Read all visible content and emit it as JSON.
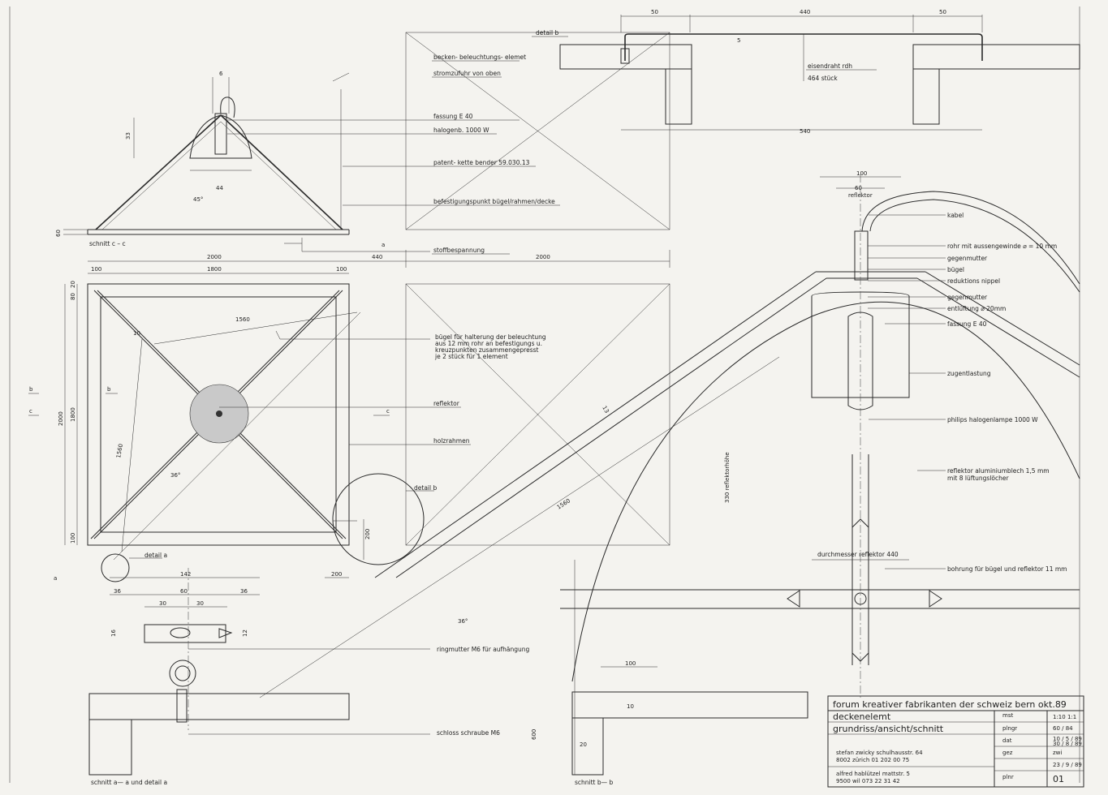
{
  "top_view": {
    "title": "schnitt c – c",
    "labels": {
      "lamp_width": "6",
      "height": "33",
      "bulb_width": "44",
      "angle": "45°",
      "base": "60"
    }
  },
  "plan_view": {
    "dims_top": {
      "overall": "2000",
      "inner": "1800",
      "left": "100",
      "right": "100",
      "gap": "440"
    },
    "dims_left": {
      "overall": "2000",
      "inner": "1800",
      "top1": "80",
      "top2": "20",
      "bottom": "100"
    },
    "diag_1560_a": "1560",
    "diag_1560_b": "1560",
    "angle": "36°",
    "tags": [
      "c",
      "c",
      "b",
      "b",
      "a",
      "a"
    ],
    "detail_a": "detail a",
    "detail_b": "detail b",
    "d200": "200",
    "d200b": "200",
    "d10": "10"
  },
  "middle_dim": "2000",
  "callouts": [
    "becken- beleuchtungs- elemet",
    "stromzufuhr von oben",
    "fassung E 40",
    "halogenb. 1000 W",
    "patent- kette bender 59.030.13",
    "befestigungspunkt bügel/rahmen/decke",
    "stoffbespannung",
    "reflektor",
    "holzrahmen"
  ],
  "buegel_note": [
    "bügel für halterung der beleuchtung",
    "aus 12 mm rohr an befestigungs u.",
    "kreuzpunkten zusammengepresst",
    "je 2 stück für 1 element"
  ],
  "section_aa": {
    "dims": {
      "total": "142",
      "mid": "60",
      "left": "36",
      "right": "36",
      "a": "30",
      "b": "30",
      "s16": "16",
      "s12": "12",
      "angle": "36°"
    },
    "ring": "ringmutter M6 für aufhängung",
    "screw": "schloss schraube M6",
    "title": "schnitt a— a und detail a",
    "d1560": "1560",
    "d13": "13"
  },
  "detail_b_top": {
    "title": "detail b",
    "dims": {
      "left": "50",
      "mid": "440",
      "right": "50",
      "d5": "5",
      "bottom": "540"
    },
    "wire": [
      "eisendraht rdh",
      "464 stück"
    ]
  },
  "right_section": {
    "dims": {
      "top": "100",
      "inner": "60"
    },
    "reflektor": "reflektor",
    "labels": [
      "kabel",
      "rohr mit aussengewinde ⌀ = 10 mm",
      "gegenmutter",
      "bügel",
      "reduktions nippel",
      "gegenmutter",
      "entlüftung ⌀ 20mm",
      "fassung E 40",
      "zugentlastung",
      "philips halogenlampe 1000 W"
    ],
    "refl_note": [
      "reflektor aluminiumblech 1,5 mm",
      "mit 8 lüftungslöcher"
    ],
    "height": "330 reflektorhöhe",
    "diameter": "durchmesser reflektor 440",
    "bore": "bohrung für bügel und reflektor 11 mm"
  },
  "section_bb": {
    "d100": "100",
    "d10": "10",
    "d600": "600",
    "d20": "20",
    "title": "schnitt b— b"
  },
  "title_block": {
    "header": "forum kreativer fabrikanten der schweiz bern okt.89",
    "rows": [
      {
        "left": "deckenelemt",
        "key": "mst",
        "val": "1:10  1:1"
      },
      {
        "left": "grundriss/ansicht/schnitt",
        "key": "plngr",
        "val": "60 / 84"
      },
      {
        "left": "",
        "key": "dat",
        "val": "10 / 5 / 89"
      },
      {
        "left": "",
        "key": "",
        "val": "30 / 8 / 89"
      },
      {
        "left": "",
        "key": "gez",
        "val": "zwi"
      },
      {
        "left": "",
        "key": "",
        "val": "23 / 9 / 89"
      },
      {
        "left": "",
        "key": "plnr",
        "val": "01"
      }
    ],
    "author1": [
      "stefan zwicky schulhausstr. 64",
      "8002 zürich 01 202 00 75"
    ],
    "author2": [
      "alfred hablützel mattstr. 5",
      "9500 wil 073 22 31 42"
    ]
  }
}
